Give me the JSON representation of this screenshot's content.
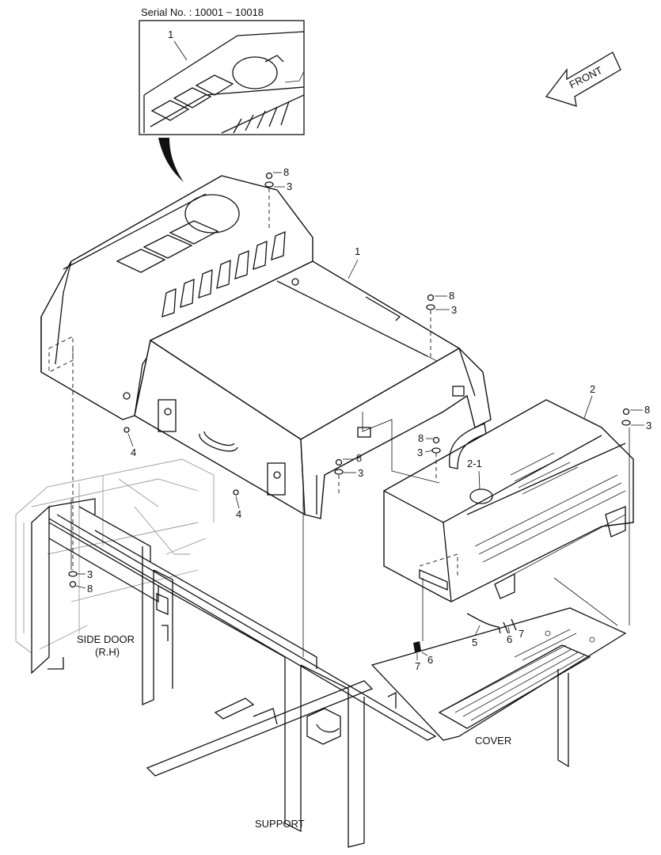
{
  "diagram": {
    "serial_note": "Serial No. : 10001 ~ 10018",
    "front_label": "FRONT",
    "callouts": {
      "inset_1": "1",
      "bolt_8_a": "8",
      "washer_3_a": "3",
      "part_1": "1",
      "bolt_8_b": "8",
      "washer_3_b": "3",
      "part_2": "2",
      "bolt_8_c": "8",
      "washer_3_c": "3",
      "part_2_1": "2-1",
      "bolt_8_d": "8",
      "washer_3_d": "3",
      "bolt_8_e": "8",
      "washer_3_e": "3",
      "part_4_a": "4",
      "part_4_b": "4",
      "washer_3_f": "3",
      "bolt_8_f": "8",
      "part_5": "5",
      "part_6_a": "6",
      "part_7_a": "7",
      "part_6_b": "6",
      "part_7_b": "7"
    },
    "assembly_labels": {
      "side_door_line1": "SIDE DOOR",
      "side_door_line2": "(R.H)",
      "cover": "COVER",
      "support": "SUPPORT"
    }
  }
}
